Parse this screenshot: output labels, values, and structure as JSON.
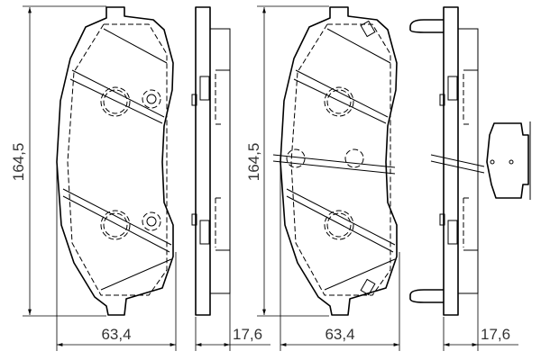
{
  "dimensions": {
    "left_height": "164,5",
    "left_width": "63,4",
    "left_thickness": "17,6",
    "right_height": "164,5",
    "right_width": "63,4",
    "right_thickness": "17,6"
  },
  "colors": {
    "line": "#000000",
    "label": "#333333",
    "background": "#ffffff"
  }
}
